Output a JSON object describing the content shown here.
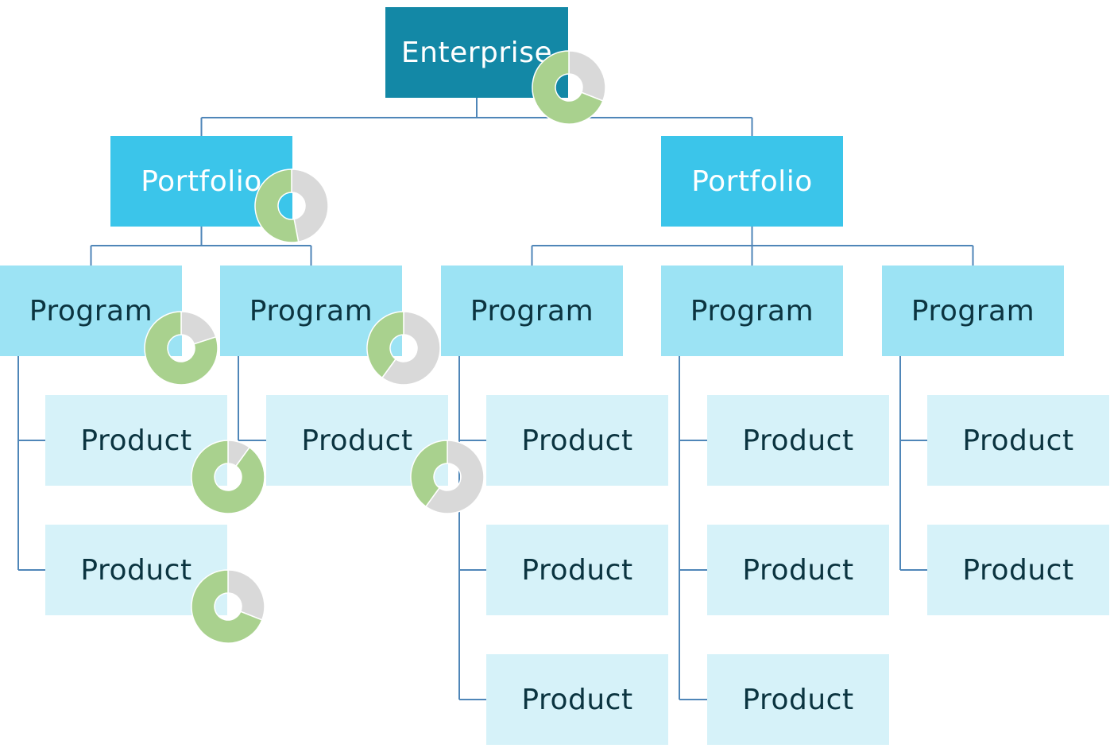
{
  "diagram": {
    "title": "",
    "colors": {
      "enterprise": "#1388a6",
      "portfolio": "#3bc5ea",
      "program": "#9ce3f4",
      "product": "#d6f2f9",
      "connector": "#4f86b8",
      "progress_done": "#a9d18e",
      "progress_remaining": "#d9d9d9"
    },
    "nodes": [
      {
        "id": "enterprise",
        "label": "Enterprise",
        "level": "enterprise",
        "parent": null,
        "progress": 0.69
      },
      {
        "id": "portfolio-1",
        "label": "Portfolio",
        "level": "portfolio",
        "parent": "enterprise",
        "progress": 0.53
      },
      {
        "id": "portfolio-2",
        "label": "Portfolio",
        "level": "portfolio",
        "parent": "enterprise",
        "progress": null
      },
      {
        "id": "program-1",
        "label": "Program",
        "level": "program",
        "parent": "portfolio-1",
        "progress": 0.8
      },
      {
        "id": "program-2",
        "label": "Program",
        "level": "program",
        "parent": "portfolio-1",
        "progress": 0.4
      },
      {
        "id": "program-3",
        "label": "Program",
        "level": "program",
        "parent": "portfolio-2",
        "progress": null
      },
      {
        "id": "program-4",
        "label": "Program",
        "level": "program",
        "parent": "portfolio-2",
        "progress": null
      },
      {
        "id": "program-5",
        "label": "Program",
        "level": "program",
        "parent": "portfolio-2",
        "progress": null
      },
      {
        "id": "product-1-1",
        "label": "Product",
        "level": "product",
        "parent": "program-1",
        "progress": 0.9
      },
      {
        "id": "product-1-2",
        "label": "Product",
        "level": "product",
        "parent": "program-1",
        "progress": 0.69
      },
      {
        "id": "product-2-1",
        "label": "Product",
        "level": "product",
        "parent": "program-2",
        "progress": 0.4
      },
      {
        "id": "product-3-1",
        "label": "Product",
        "level": "product",
        "parent": "program-3",
        "progress": null
      },
      {
        "id": "product-3-2",
        "label": "Product",
        "level": "product",
        "parent": "program-3",
        "progress": null
      },
      {
        "id": "product-3-3",
        "label": "Product",
        "level": "product",
        "parent": "program-3",
        "progress": null
      },
      {
        "id": "product-4-1",
        "label": "Product",
        "level": "product",
        "parent": "program-4",
        "progress": null
      },
      {
        "id": "product-4-2",
        "label": "Product",
        "level": "product",
        "parent": "program-4",
        "progress": null
      },
      {
        "id": "product-4-3",
        "label": "Product",
        "level": "product",
        "parent": "program-4",
        "progress": null
      },
      {
        "id": "product-5-1",
        "label": "Product",
        "level": "product",
        "parent": "program-5",
        "progress": null
      },
      {
        "id": "product-5-2",
        "label": "Product",
        "level": "product",
        "parent": "program-5",
        "progress": null
      }
    ]
  }
}
